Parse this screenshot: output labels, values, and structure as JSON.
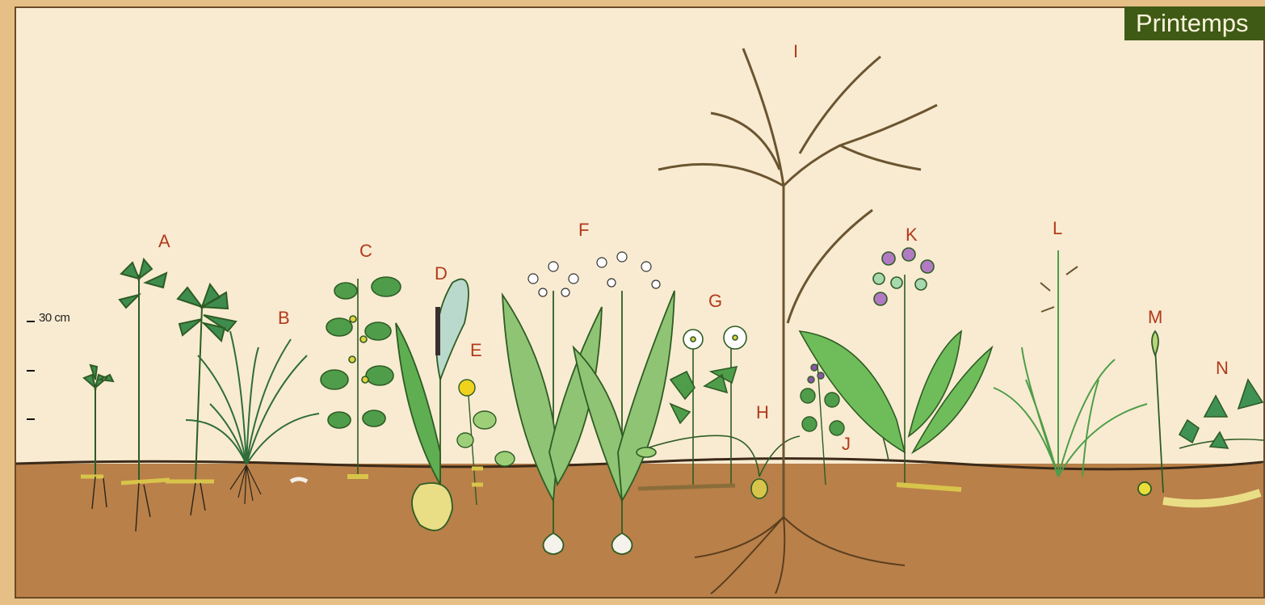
{
  "season": "Printemps",
  "scale": {
    "label": "30 cm"
  },
  "plant_labels": [
    "A",
    "B",
    "C",
    "D",
    "E",
    "F",
    "G",
    "H",
    "I",
    "J",
    "K",
    "L",
    "M",
    "N"
  ],
  "colors": {
    "background": "#f8ebd1",
    "soil": "#b98049",
    "border": "#e6bf86",
    "label": "#b23a1c",
    "season_badge": "#3f5a15",
    "leaf": "#5fae52",
    "leaf_light": "#9ccf78",
    "wood": "#b69a62"
  }
}
